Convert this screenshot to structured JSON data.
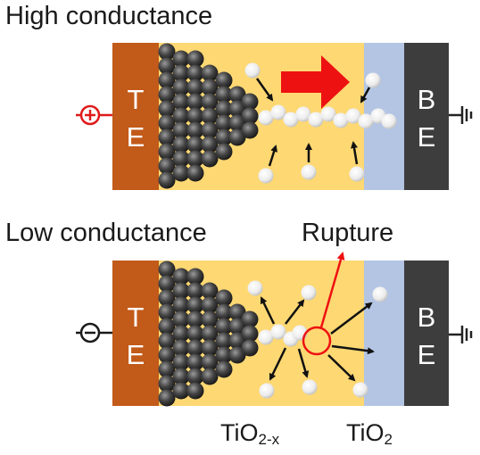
{
  "panels": [
    {
      "title": "High conductance",
      "top_electrode": [
        "T",
        "E"
      ],
      "bottom_electrode": [
        "B",
        "E"
      ],
      "bias_symbol": "+",
      "bias_color": "#e01a1a"
    },
    {
      "title": "Low conductance",
      "top_electrode": [
        "T",
        "E"
      ],
      "bottom_electrode": [
        "B",
        "E"
      ],
      "bias_symbol": "−",
      "bias_color": "#1a1a1a"
    }
  ],
  "annotation": {
    "rupture": "Rupture"
  },
  "materials": {
    "tio2x_base": "TiO",
    "tio2x_sub": "2-x",
    "tio2_base": "TiO",
    "tio2_sub": "2"
  },
  "colors": {
    "top_electrode": "#c25a19",
    "bottom_electrode": "#3d3d3d",
    "tio2x_layer": "#fdd873",
    "tio2_layer": "#b4c5e4",
    "arrow_red": "#ee1111",
    "vacancy": "#f2f2f2",
    "ti_atom": "#3a3a3a"
  }
}
